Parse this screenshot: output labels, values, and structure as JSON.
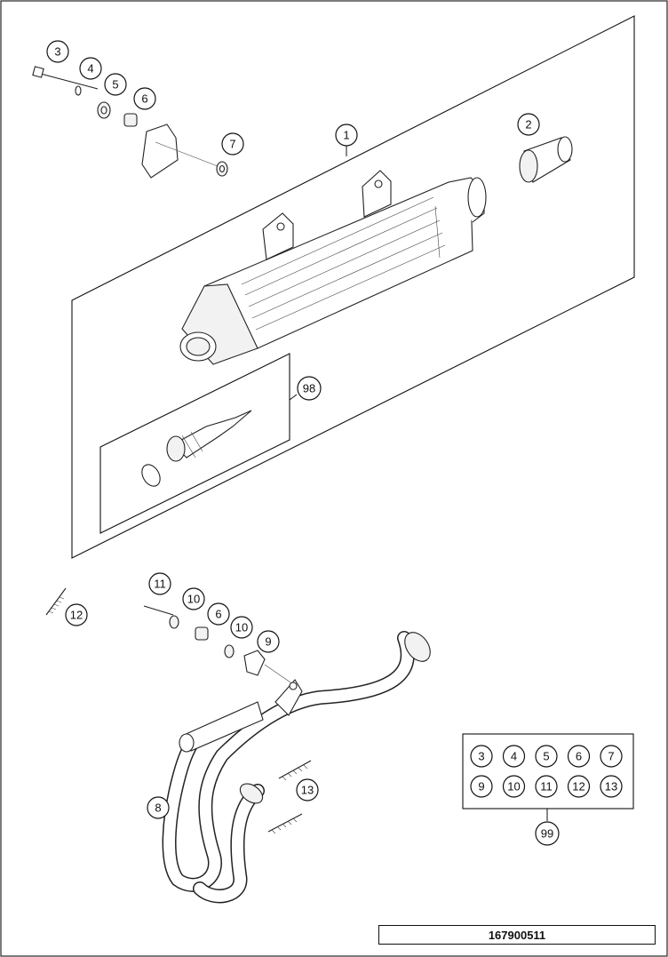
{
  "diagram": {
    "reference_number": "167900511",
    "callouts": {
      "c1": "1",
      "c2": "2",
      "c3": "3",
      "c4": "4",
      "c5": "5",
      "c6": "6",
      "c7": "7",
      "c8": "8",
      "c9": "9",
      "c10a": "10",
      "c10b": "10",
      "c11": "11",
      "c12": "12",
      "c13": "13",
      "c6b": "6",
      "c98": "98",
      "c99": "99"
    },
    "kit_99_parts": [
      "3",
      "4",
      "5",
      "6",
      "7",
      "9",
      "10",
      "11",
      "12",
      "13"
    ],
    "colors": {
      "line": "#111111",
      "background": "#ffffff"
    }
  }
}
